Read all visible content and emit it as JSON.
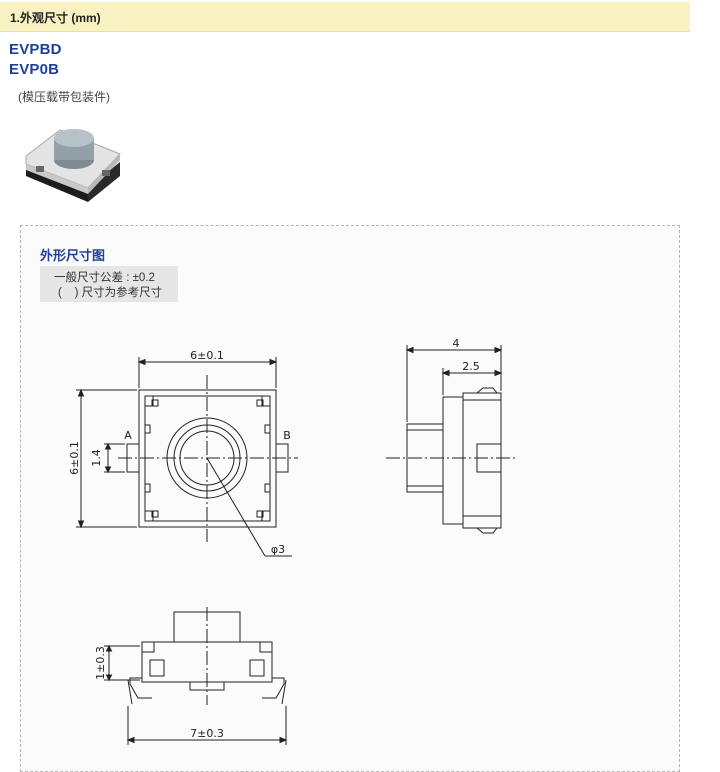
{
  "section_title": "1.外观尺寸 (mm)",
  "models": [
    "EVPBD",
    "EVP0B"
  ],
  "package_note": "(模压载带包装件)",
  "diagram": {
    "title": "外形尺寸图",
    "tolerance_general": "一般尺寸公差 : ±0.2",
    "tolerance_reference": "(    ) 尺寸为参考尺寸",
    "dims": {
      "top_width": "6±0.1",
      "side_height": "6±0.1",
      "terminal": "1.4",
      "label_a": "A",
      "label_b": "B",
      "diameter": "φ3",
      "side_total": "4",
      "side_partial": "2.5",
      "bottom_height": "1±0.3",
      "bottom_width": "7±0.3"
    }
  },
  "colors": {
    "header_bg": "#f8f2c2",
    "title_blue": "#1f3f9a",
    "panel_border": "#b5b5b5"
  }
}
